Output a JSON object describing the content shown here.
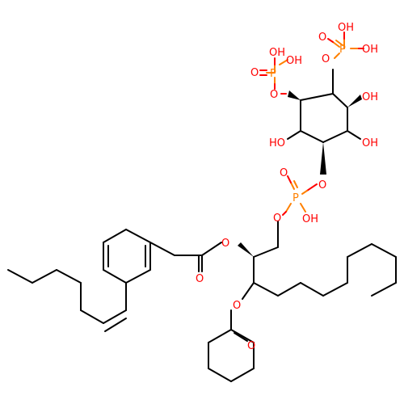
{
  "colors": {
    "bond": "#000000",
    "oxygen": "#ff0000",
    "phosphorus": "#ff8000",
    "background": "#ffffff"
  },
  "labels": {
    "oh_p1_top": "OH",
    "oh_p1_right": "OH",
    "o_p1_left": "O",
    "p1": "P",
    "o_p1_link": "O",
    "oh_p2_top": "OH",
    "o_p2_top": "O",
    "p2": "P",
    "oh_p2_right": "OH",
    "o_p2_link": "O",
    "oh_ring_right_upper": "OH",
    "oh_ring_right_lower": "OH",
    "ho_ring_left": "HO",
    "o_ring_link": "O",
    "o_p3_top": "O",
    "p3": "P",
    "oh_p3": "OH",
    "o_p3_chain": "O",
    "o_ester1": "O",
    "o_carbonyl1": "O",
    "o_ester2": "O",
    "o_carbonyl2": "O"
  }
}
